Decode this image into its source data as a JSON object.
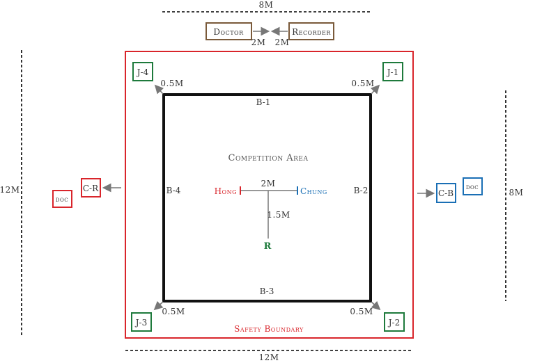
{
  "dimensions": {
    "top_width": "8M",
    "bottom_width": "12M",
    "left_height": "12M",
    "right_height": "8M"
  },
  "officials": {
    "doctor": "Doctor",
    "recorder": "Recorder",
    "doctor_gap": "2M",
    "recorder_gap": "2M",
    "referee": "R",
    "red_coach": "C-R",
    "blue_coach": "C-B",
    "red_doc": "doc",
    "blue_doc": "doc"
  },
  "judges": {
    "j1": "J-1",
    "j2": "J-2",
    "j3": "J-3",
    "j4": "J-4"
  },
  "corner_distances": {
    "tl": "0.5M",
    "tr": "0.5M",
    "bl": "0.5M",
    "br": "0.5M"
  },
  "boundaries": {
    "b1": "B-1",
    "b2": "B-2",
    "b3": "B-3",
    "b4": "B-4"
  },
  "area": {
    "competition_area": "Competition Area",
    "safety_boundary": "Safety Boundary",
    "hong": "Hong",
    "chung": "Chung",
    "fighter_gap": "2M",
    "referee_gap": "1.5M"
  },
  "colors": {
    "red": "#d9252b",
    "blue": "#1a6fb5",
    "green": "#1e7a3c",
    "brown": "#7a5a3a",
    "black": "#111111"
  }
}
